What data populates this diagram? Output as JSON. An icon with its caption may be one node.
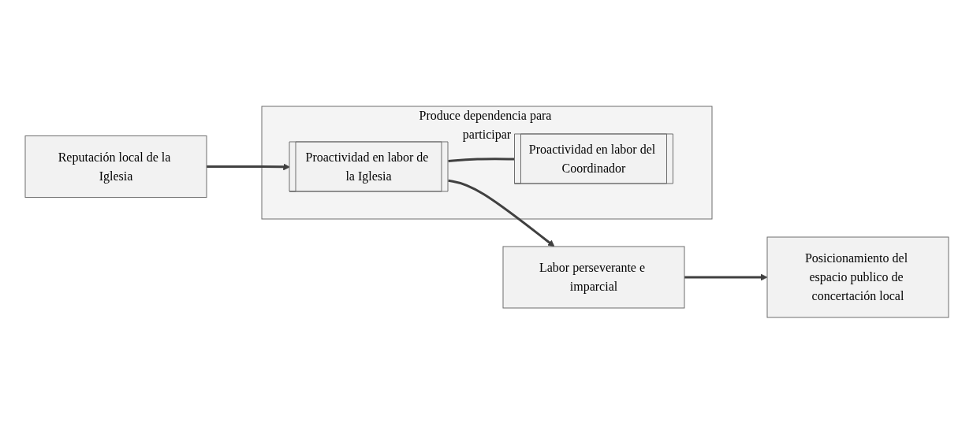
{
  "diagram": {
    "nodes": [
      {
        "text": [
          "Reputación local de la Iglesia"
        ]
      },
      {
        "text": [
          "Produce dependencia para participar"
        ]
      },
      {
        "text": [
          "Proactividad en labor de la Iglesia"
        ],
        "in": 1
      },
      {
        "text": [
          "Proactividad en labor del Coordinador"
        ],
        "in": 1
      },
      {
        "text": [
          "Labor perseverante e imparcial"
        ]
      },
      {
        "text": [
          "Posicionamiento del espacio publico de concertación local"
        ]
      }
    ],
    "edges": [
      {
        "from": 0,
        "to": 2,
        "arrow": "to"
      },
      {
        "from": 2,
        "to": 4,
        "arrow": "to"
      },
      {
        "from": 2,
        "to": 3,
        "arrow": "none"
      },
      {
        "from": 4,
        "to": 5,
        "arrow": "to"
      }
    ]
  }
}
